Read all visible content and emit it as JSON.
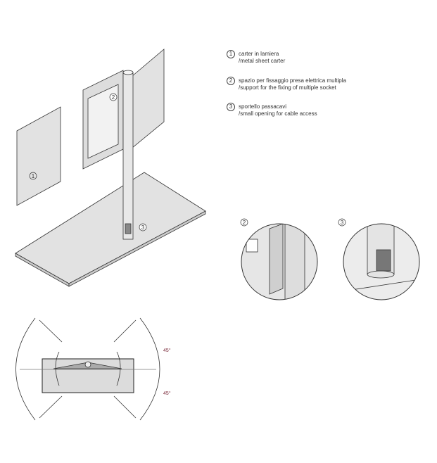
{
  "legend": [
    {
      "number": "1",
      "it": "carter in lamiera",
      "en": "/metal sheet carter"
    },
    {
      "number": "2",
      "it": "spazio per fissaggio presa elettrica multipla",
      "en": "/support  for the fixing of multiple socket"
    },
    {
      "number": "3",
      "it": "sportello passacavi",
      "en": "/small opening for cable access"
    }
  ],
  "callouts": {
    "carter": "1",
    "support": "2",
    "opening": "3",
    "detail_2": "2",
    "detail_3": "3"
  },
  "rotation": {
    "angle_up": "45°",
    "angle_down": "45°",
    "angle_color": "#7a2a3a"
  }
}
